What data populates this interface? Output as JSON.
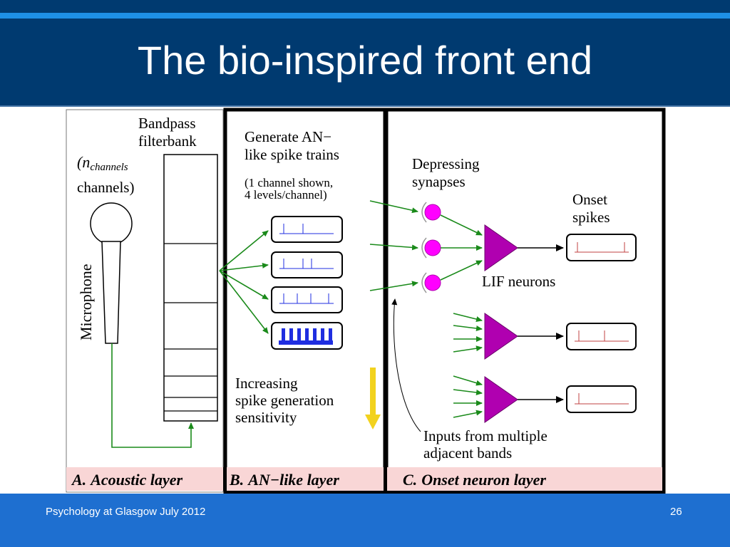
{
  "slide": {
    "title": "The bio-inspired front end",
    "footer_left": "Psychology at Glasgow July 2012",
    "page_number": "26"
  },
  "diagram": {
    "acoustic": {
      "filterbank_label_1": "Bandpass",
      "filterbank_label_2": "filterbank",
      "channels_label_1": "(n",
      "channels_label_sub": "channels",
      "channels_label_2": "channels)",
      "microphone_label": "Microphone",
      "panel_label_letter": "A.",
      "panel_label_text": "Acoustic layer"
    },
    "an_layer": {
      "title_1": "Generate AN−",
      "title_2": "like spike trains",
      "note_1": "(1 channel shown,",
      "note_2": "4 levels/channel)",
      "sensitivity_1": "Increasing",
      "sensitivity_2": "spike generation",
      "sensitivity_3": "sensitivity",
      "panel_label_letter": "B.",
      "panel_label_text": "AN−like layer"
    },
    "onset_layer": {
      "synapses_1": "Depressing",
      "synapses_2": "synapses",
      "onset_1": "Onset",
      "onset_2": "spikes",
      "lif": "LIF neurons",
      "inputs_1": "Inputs from multiple",
      "inputs_2": "adjacent bands",
      "panel_label_letter": "C.",
      "panel_label_text": "Onset neuron layer"
    },
    "colors": {
      "arrow_green": "#1a8a1a",
      "neuron_magenta": "#b000b0",
      "synapse_magenta": "#ff00ff",
      "spike_blue": "#1f2ee0",
      "onset_red": "#c04040",
      "label_band": "#f9d6d6",
      "sensitivity_arrow": "#f2d21e"
    }
  }
}
